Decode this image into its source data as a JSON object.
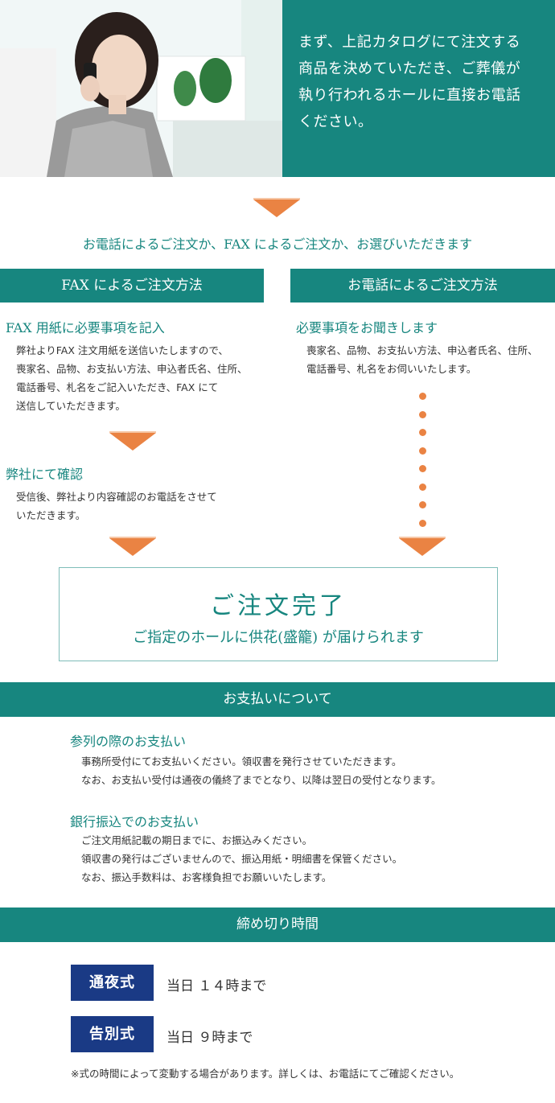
{
  "hero": {
    "text_lines": [
      "まず、上記カタログにて注文する",
      "商品を決めていただき、ご葬儀が",
      "執り行われるホールに直接お電話",
      "ください。"
    ]
  },
  "choice_text": "お電話によるご注文か、FAX によるご注文か、お選びいただきます",
  "fax": {
    "header": "FAX によるご注文方法",
    "step1_title": "FAX 用紙に必要事項を記入",
    "step1_lines": [
      "弊社よりFAX 注文用紙を送信いたしますので、",
      "喪家名、品物、お支払い方法、申込者氏名、住所、",
      "電話番号、札名をご記入いただき、FAX にて",
      "送信していただきます。"
    ],
    "step2_title": "弊社にて確認",
    "step2_lines": [
      "受信後、弊社より内容確認のお電話をさせて",
      "いただきます。"
    ]
  },
  "phone": {
    "header": "お電話によるご注文方法",
    "step1_title": "必要事項をお聞きします",
    "step1_lines": [
      "喪家名、品物、お支払い方法、申込者氏名、住所、",
      "電話番号、札名をお伺いいたします。"
    ]
  },
  "done": {
    "title": "ご注文完了",
    "subtitle": "ご指定のホールに供花(盛籠) が届けられます"
  },
  "payment": {
    "header": "お支払いについて",
    "s1_title": "参列の際のお支払い",
    "s1_lines": [
      "事務所受付にてお支払いください。領収書を発行させていただきます。",
      "なお、お支払い受付は通夜の儀終了までとなり、以降は翌日の受付となります。"
    ],
    "s2_title": "銀行振込でのお支払い",
    "s2_lines": [
      "ご注文用紙記載の期日までに、お振込みください。",
      "領収書の発行はございませんので、振込用紙・明細書を保管ください。",
      "なお、振込手数料は、お客様負担でお願いいたします。"
    ]
  },
  "deadline": {
    "header": "締め切り時間",
    "wake_label": "通夜式",
    "wake_time": "当日 １４時まで",
    "funeral_label": "告別式",
    "funeral_time": "当日 ９時まで",
    "note": "※式の時間によって変動する場合があります。詳しくは、お電話にてご確認ください。"
  },
  "colors": {
    "teal": "#17867f",
    "orange": "#ea8343",
    "navy": "#1a3a85"
  }
}
